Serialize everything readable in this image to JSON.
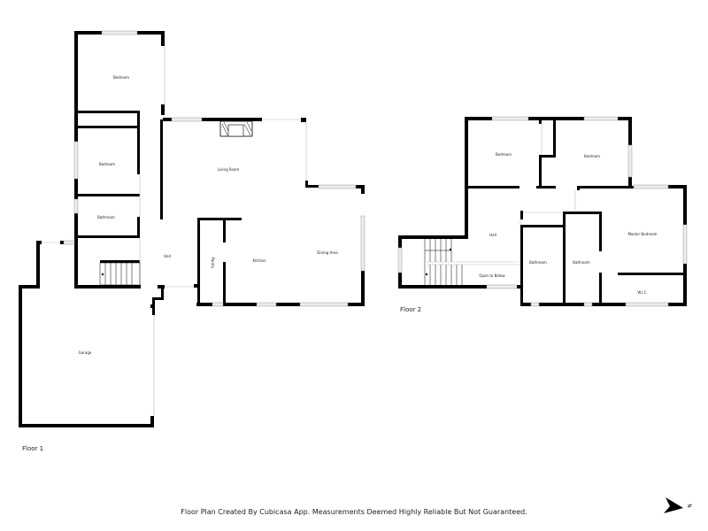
{
  "floors": [
    {
      "label": "Floor 1",
      "rooms": [
        {
          "id": "bedroom-1",
          "label": "Bedroom"
        },
        {
          "id": "bedroom-2",
          "label": "Bedroom"
        },
        {
          "id": "bathroom-1",
          "label": "Bathroom"
        },
        {
          "id": "living-room",
          "label": "Living Room"
        },
        {
          "id": "hall-1",
          "label": "Hall"
        },
        {
          "id": "pantry",
          "label": "Pantry"
        },
        {
          "id": "kitchen",
          "label": "Kitchen"
        },
        {
          "id": "dining-area",
          "label": "Dining Area"
        },
        {
          "id": "garage",
          "label": "Garage"
        }
      ]
    },
    {
      "label": "Floor 2",
      "rooms": [
        {
          "id": "bedroom-3",
          "label": "Bedroom"
        },
        {
          "id": "bedroom-4",
          "label": "Bedroom"
        },
        {
          "id": "hall-2",
          "label": "Hall"
        },
        {
          "id": "open-to-below",
          "label": "Open to Below"
        },
        {
          "id": "bathroom-2",
          "label": "Bathroom"
        },
        {
          "id": "bathroom-3",
          "label": "Bathroom"
        },
        {
          "id": "master-bedroom",
          "label": "Master Bedroom"
        },
        {
          "id": "wic",
          "label": "W.I.C."
        }
      ]
    }
  ],
  "footer": {
    "text": "Floor Plan Created By Cubicasa App. Measurements Deemed Highly Reliable But Not Guaranteed."
  },
  "compass": {
    "icon": "north-arrow-icon",
    "label": "N"
  },
  "colors": {
    "wall": "#000000",
    "window": "#e6e6e6",
    "background": "#ffffff",
    "thin_line": "#bbbbbb"
  }
}
